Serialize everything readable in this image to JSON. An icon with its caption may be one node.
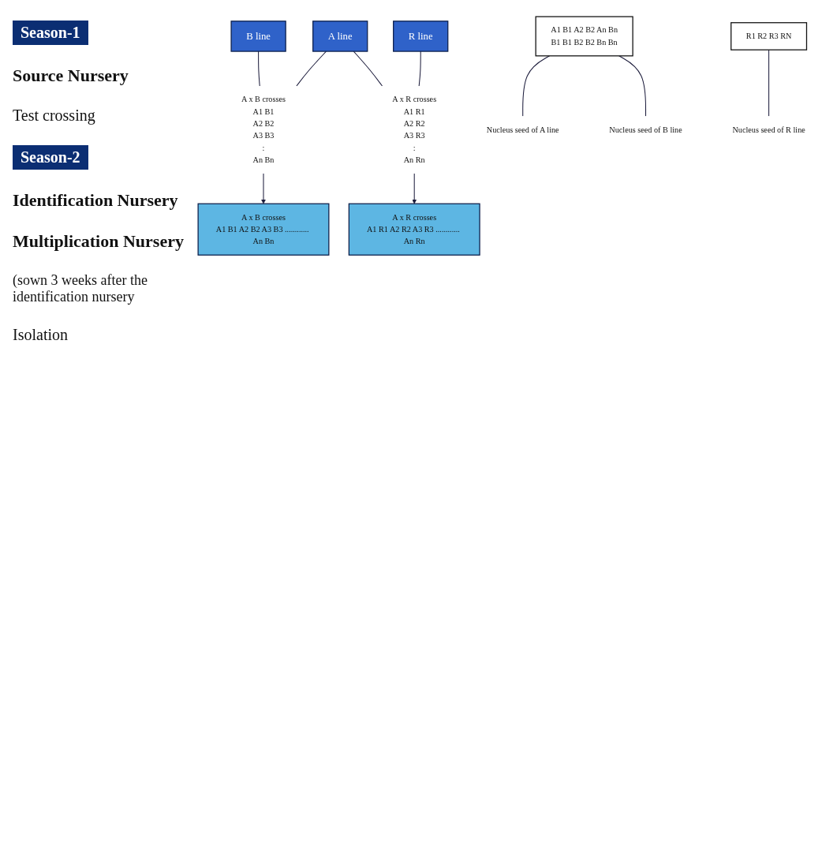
{
  "diagram": {
    "nodes": [
      {
        "text": [
          "B line"
        ]
      },
      {
        "text": [
          "A line"
        ]
      },
      {
        "text": [
          "R line"
        ]
      },
      {
        "text": [
          "A x B crosses",
          "A1 B1",
          "A2 B2",
          "A3 B3",
          ":",
          "An Bn"
        ]
      },
      {
        "text": [
          "A x R crosses",
          "A1 R1",
          "A2 R2",
          "A3 R3",
          ":",
          "An Rn"
        ]
      },
      {
        "text": [
          "A x B crosses",
          "A1 B1 A2 B2 A3 B3 ............ An Bn"
        ]
      },
      {
        "text": [
          "A x R crosses",
          "A1 R1 A2 R2 A3 R3 ............ An Rn"
        ]
      },
      {
        "text": [
          "A1 B1 A2 B2 An Bn",
          "B1 B1 B2 B2 Bn Bn"
        ]
      },
      {
        "text": [
          "R1 R2 R3 RN"
        ]
      },
      {
        "text": [
          "Nucleus seed of A line"
        ]
      },
      {
        "text": [
          "Nucleus seed of B line"
        ]
      },
      {
        "text": [
          "Nucleus seed of R line"
        ]
      }
    ],
    "edges": [
      {
        "from": 0,
        "to": 3,
        "arrow": "none"
      },
      {
        "from": 1,
        "to": 3,
        "arrow": "none"
      },
      {
        "from": 1,
        "to": 4,
        "arrow": "none"
      },
      {
        "from": 2,
        "to": 4,
        "arrow": "none"
      },
      {
        "from": 3,
        "to": 5,
        "arrow": "to"
      },
      {
        "from": 4,
        "to": 6,
        "arrow": "to"
      },
      {
        "from": 7,
        "to": 9,
        "arrow": "none"
      },
      {
        "from": 7,
        "to": 10,
        "arrow": "none"
      },
      {
        "from": 8,
        "to": 11,
        "arrow": "none"
      }
    ],
    "labels": [
      "Season-1",
      "Source Nursery",
      "Test crossing",
      "Season-2",
      "Identification Nursery",
      "Multiplication Nursery",
      "(sown 3 weeks after the identification nursery",
      "Isolation"
    ]
  }
}
